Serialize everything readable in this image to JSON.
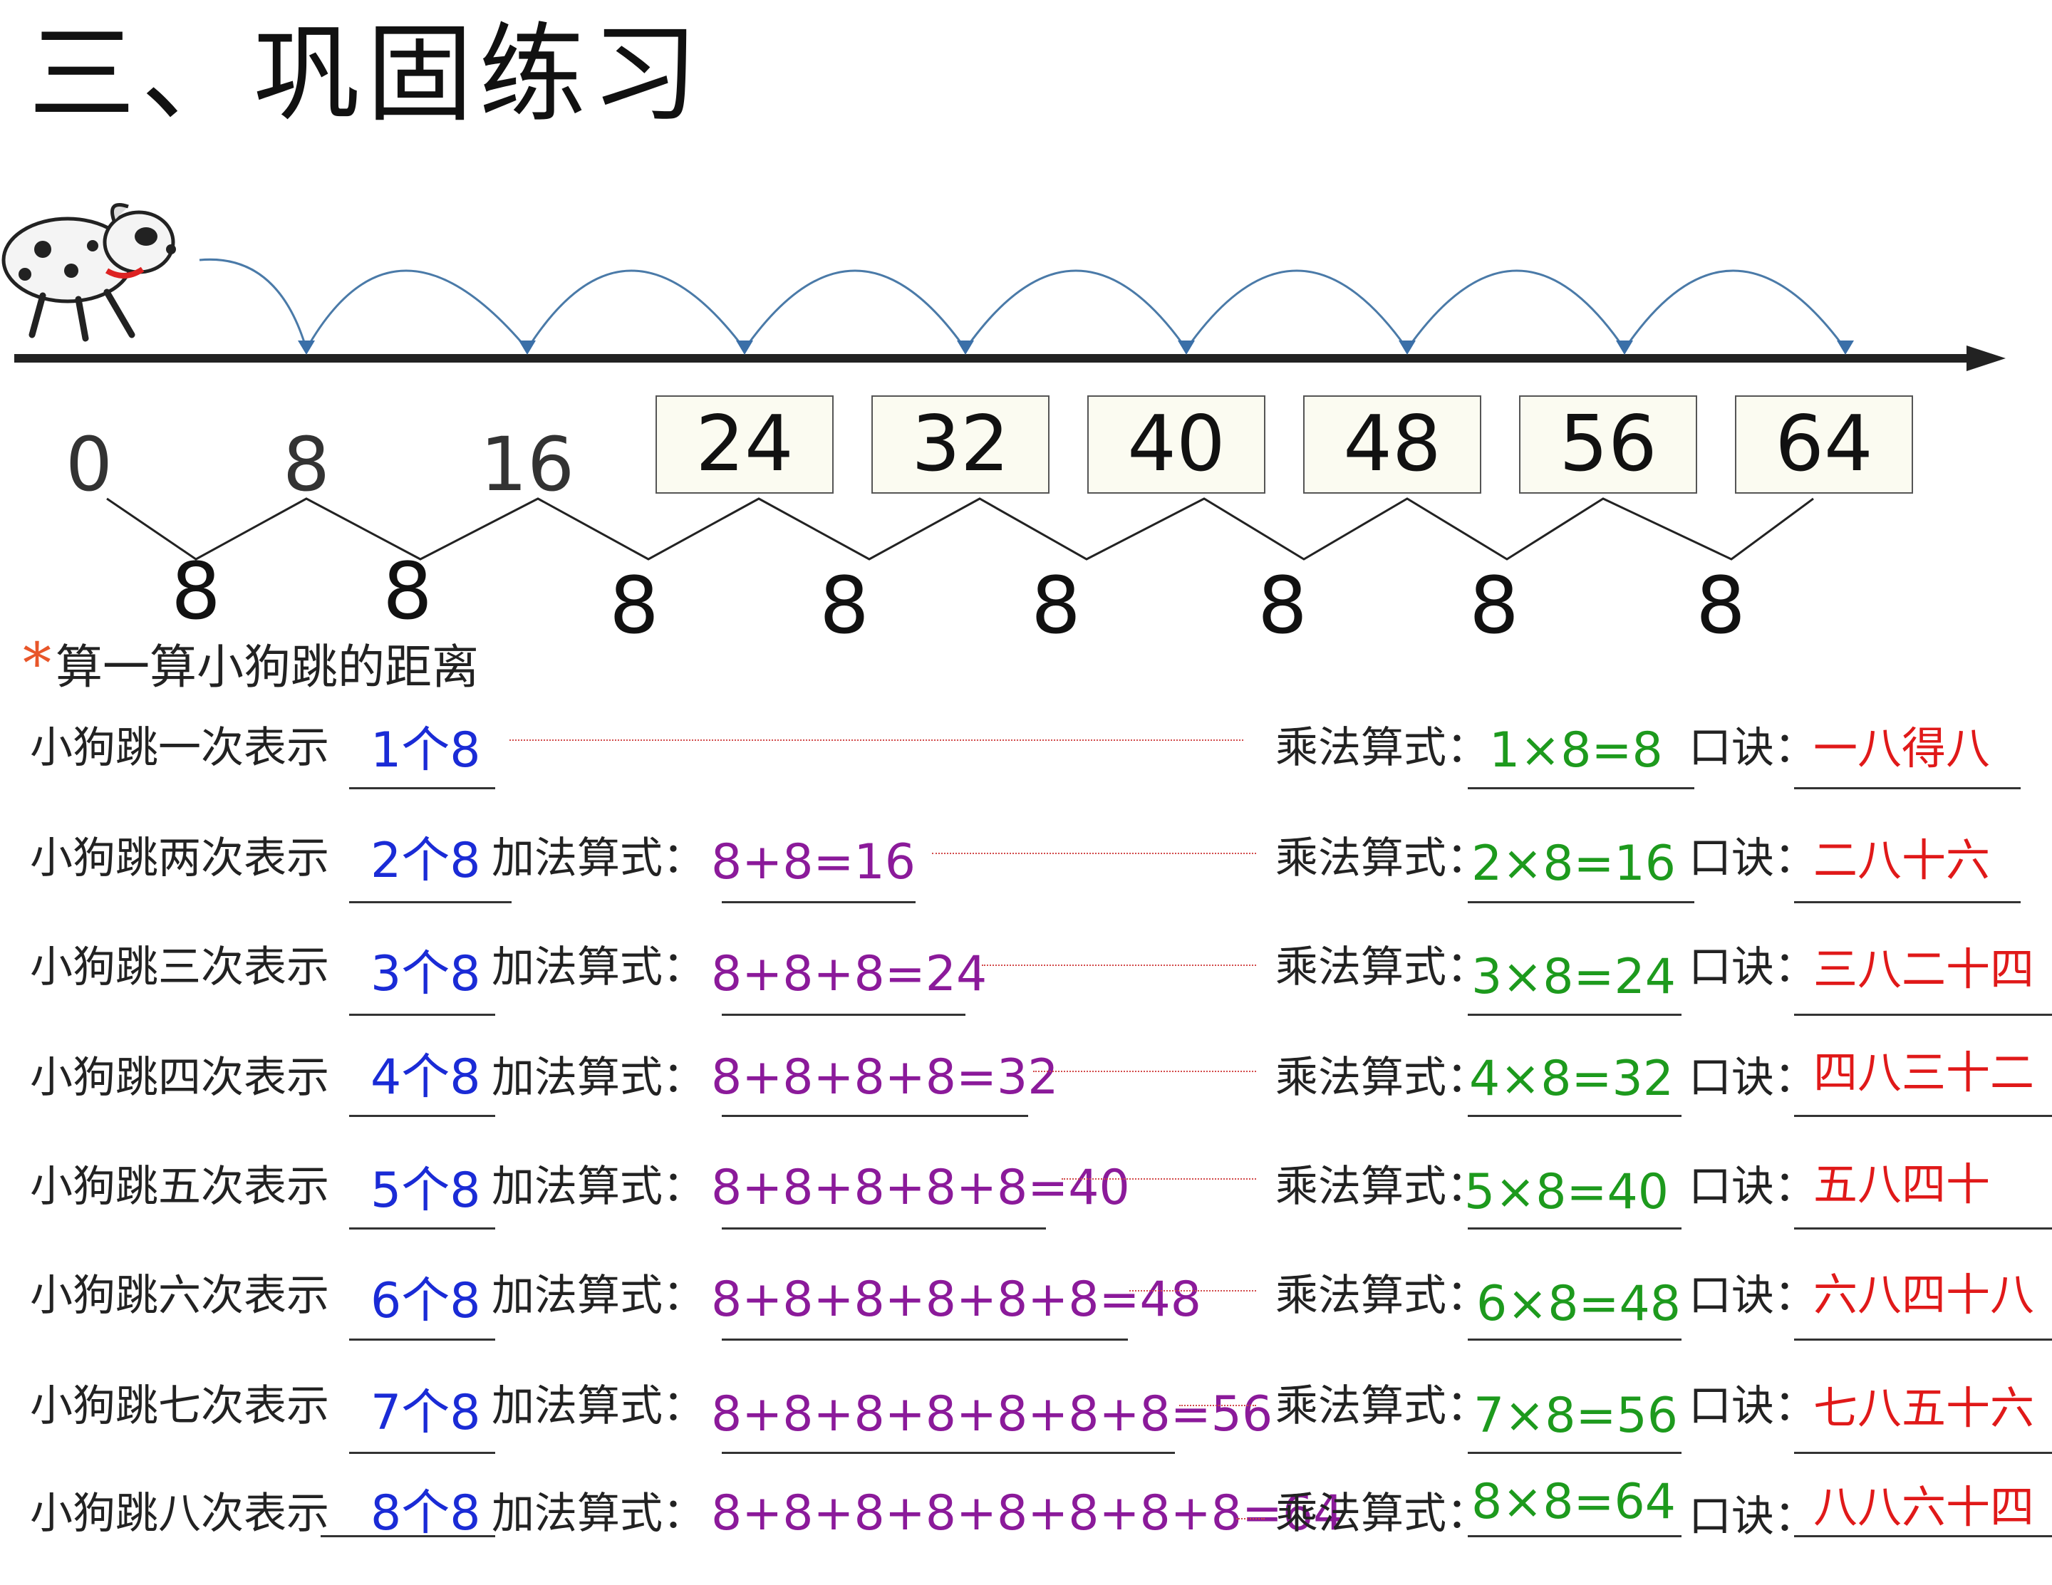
{
  "title": "三、巩固练习",
  "number_line": {
    "plain_ticks": [
      "0",
      "8",
      "16"
    ],
    "boxed_ticks": [
      "24",
      "32",
      "40",
      "48",
      "56",
      "64"
    ],
    "step_labels": [
      "8",
      "8",
      "8",
      "8",
      "8",
      "8",
      "8",
      "8"
    ]
  },
  "subhead": {
    "star": "*",
    "text": "算一算小狗跳的距离"
  },
  "labels": {
    "add": "加法算式：",
    "mul": "乘法算式：",
    "rhyme": "口诀："
  },
  "rows": [
    {
      "prefix": "小狗跳一次表示",
      "count": "1个8",
      "add": "",
      "mul": "1×8=8",
      "rhyme": "一八得八"
    },
    {
      "prefix": "小狗跳两次表示",
      "count": "2个8",
      "add": "8+8=16",
      "mul": "2×8=16",
      "rhyme": "二八十六"
    },
    {
      "prefix": "小狗跳三次表示",
      "count": "3个8",
      "add": "8+8+8=24",
      "mul": "3×8=24",
      "rhyme": "三八二十四"
    },
    {
      "prefix": "小狗跳四次表示",
      "count": "4个8",
      "add": "8+8+8+8=32",
      "mul": "4×8=32",
      "rhyme": "四八三十二"
    },
    {
      "prefix": "小狗跳五次表示",
      "count": "5个8",
      "add": "8+8+8+8+8=40",
      "mul": "5×8=40",
      "rhyme": "五八四十"
    },
    {
      "prefix": "小狗跳六次表示",
      "count": "6个8",
      "add": "8+8+8+8+8+8=48",
      "mul": "6×8=48",
      "rhyme": "六八四十八"
    },
    {
      "prefix": "小狗跳七次表示",
      "count": "7个8",
      "add": "8+8+8+8+8+8+8=56",
      "mul": "7×8=56",
      "rhyme": "七八五十六"
    },
    {
      "prefix": "小狗跳八次表示",
      "count": "8个8",
      "add": "8+8+8+8+8+8+8+8=64",
      "mul": "8×8=64",
      "rhyme": "八八六十四"
    }
  ]
}
